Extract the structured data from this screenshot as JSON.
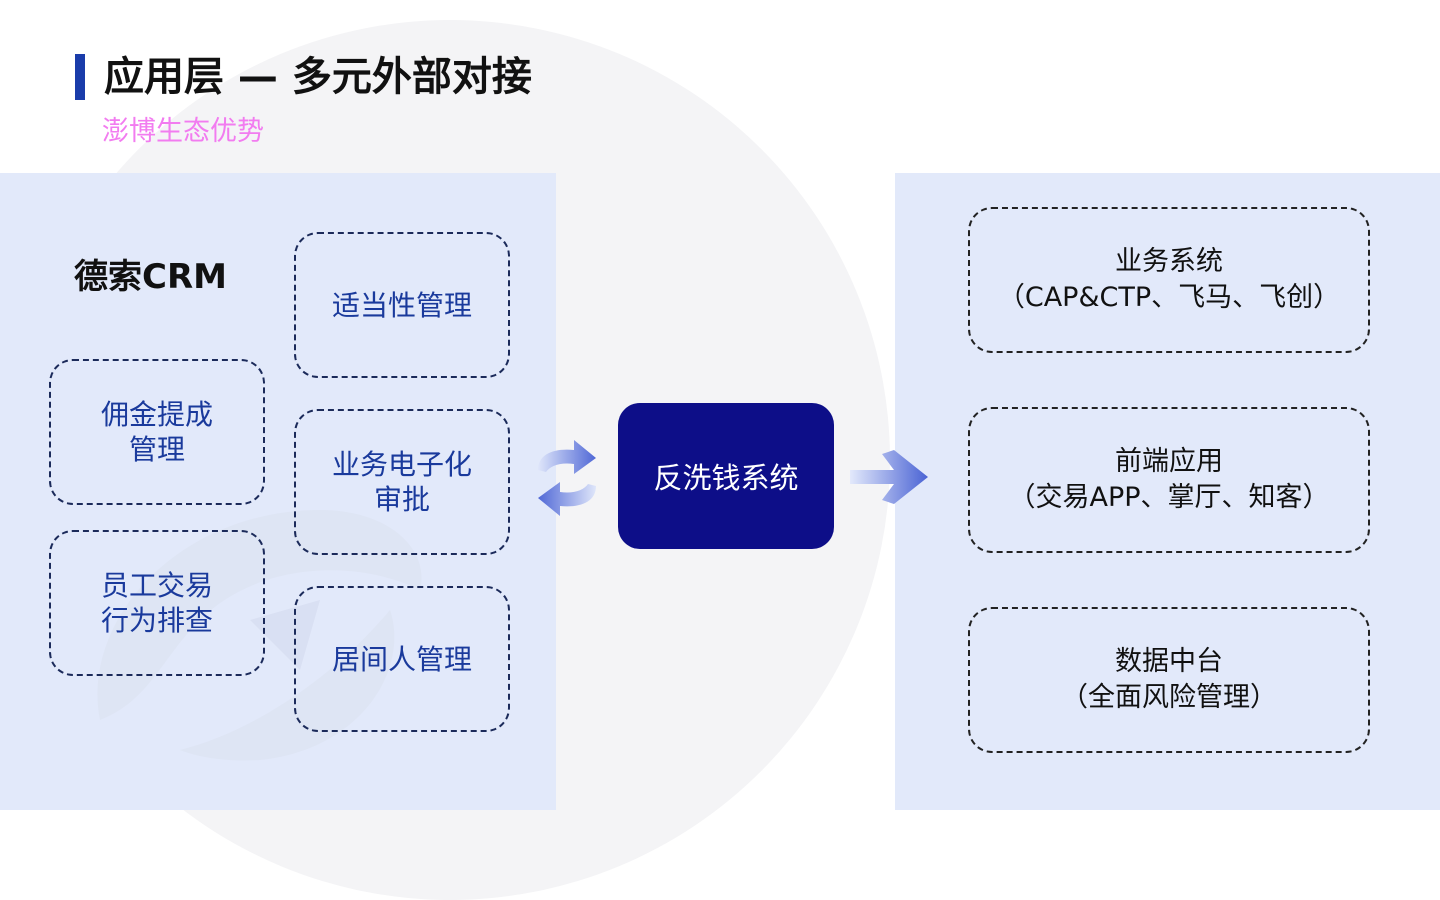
{
  "header": {
    "title": "应用层 —  多元外部对接",
    "subtitle": "澎博生态优势"
  },
  "left_panel": {
    "label": "德索CRM",
    "boxes": [
      {
        "line1": "适当性管理",
        "line2": ""
      },
      {
        "line1": "佣金提成",
        "line2": "管理"
      },
      {
        "line1": "业务电子化",
        "line2": "审批"
      },
      {
        "line1": "员工交易",
        "line2": "行为排查"
      },
      {
        "line1": "居间人管理",
        "line2": ""
      }
    ]
  },
  "center": {
    "label": "反洗钱系统"
  },
  "right_panel": {
    "boxes": [
      {
        "line1": "业务系统",
        "line2": "（CAP&CTP、飞马、飞创）"
      },
      {
        "line1": "前端应用",
        "line2": "（交易APP、掌厅、知客）"
      },
      {
        "line1": "数据中台",
        "line2": "（全面风险管理）"
      }
    ]
  },
  "colors": {
    "accent": "#1a3caa",
    "subtitle": "#f27cf0",
    "panel_bg": "#e2e9fa",
    "center_box": "#0d0e88",
    "left_text": "#1a3a9c"
  },
  "icons": {
    "sync": "sync-arrows-icon",
    "arrow": "arrow-right-icon",
    "watermark": "logo-watermark-icon"
  }
}
